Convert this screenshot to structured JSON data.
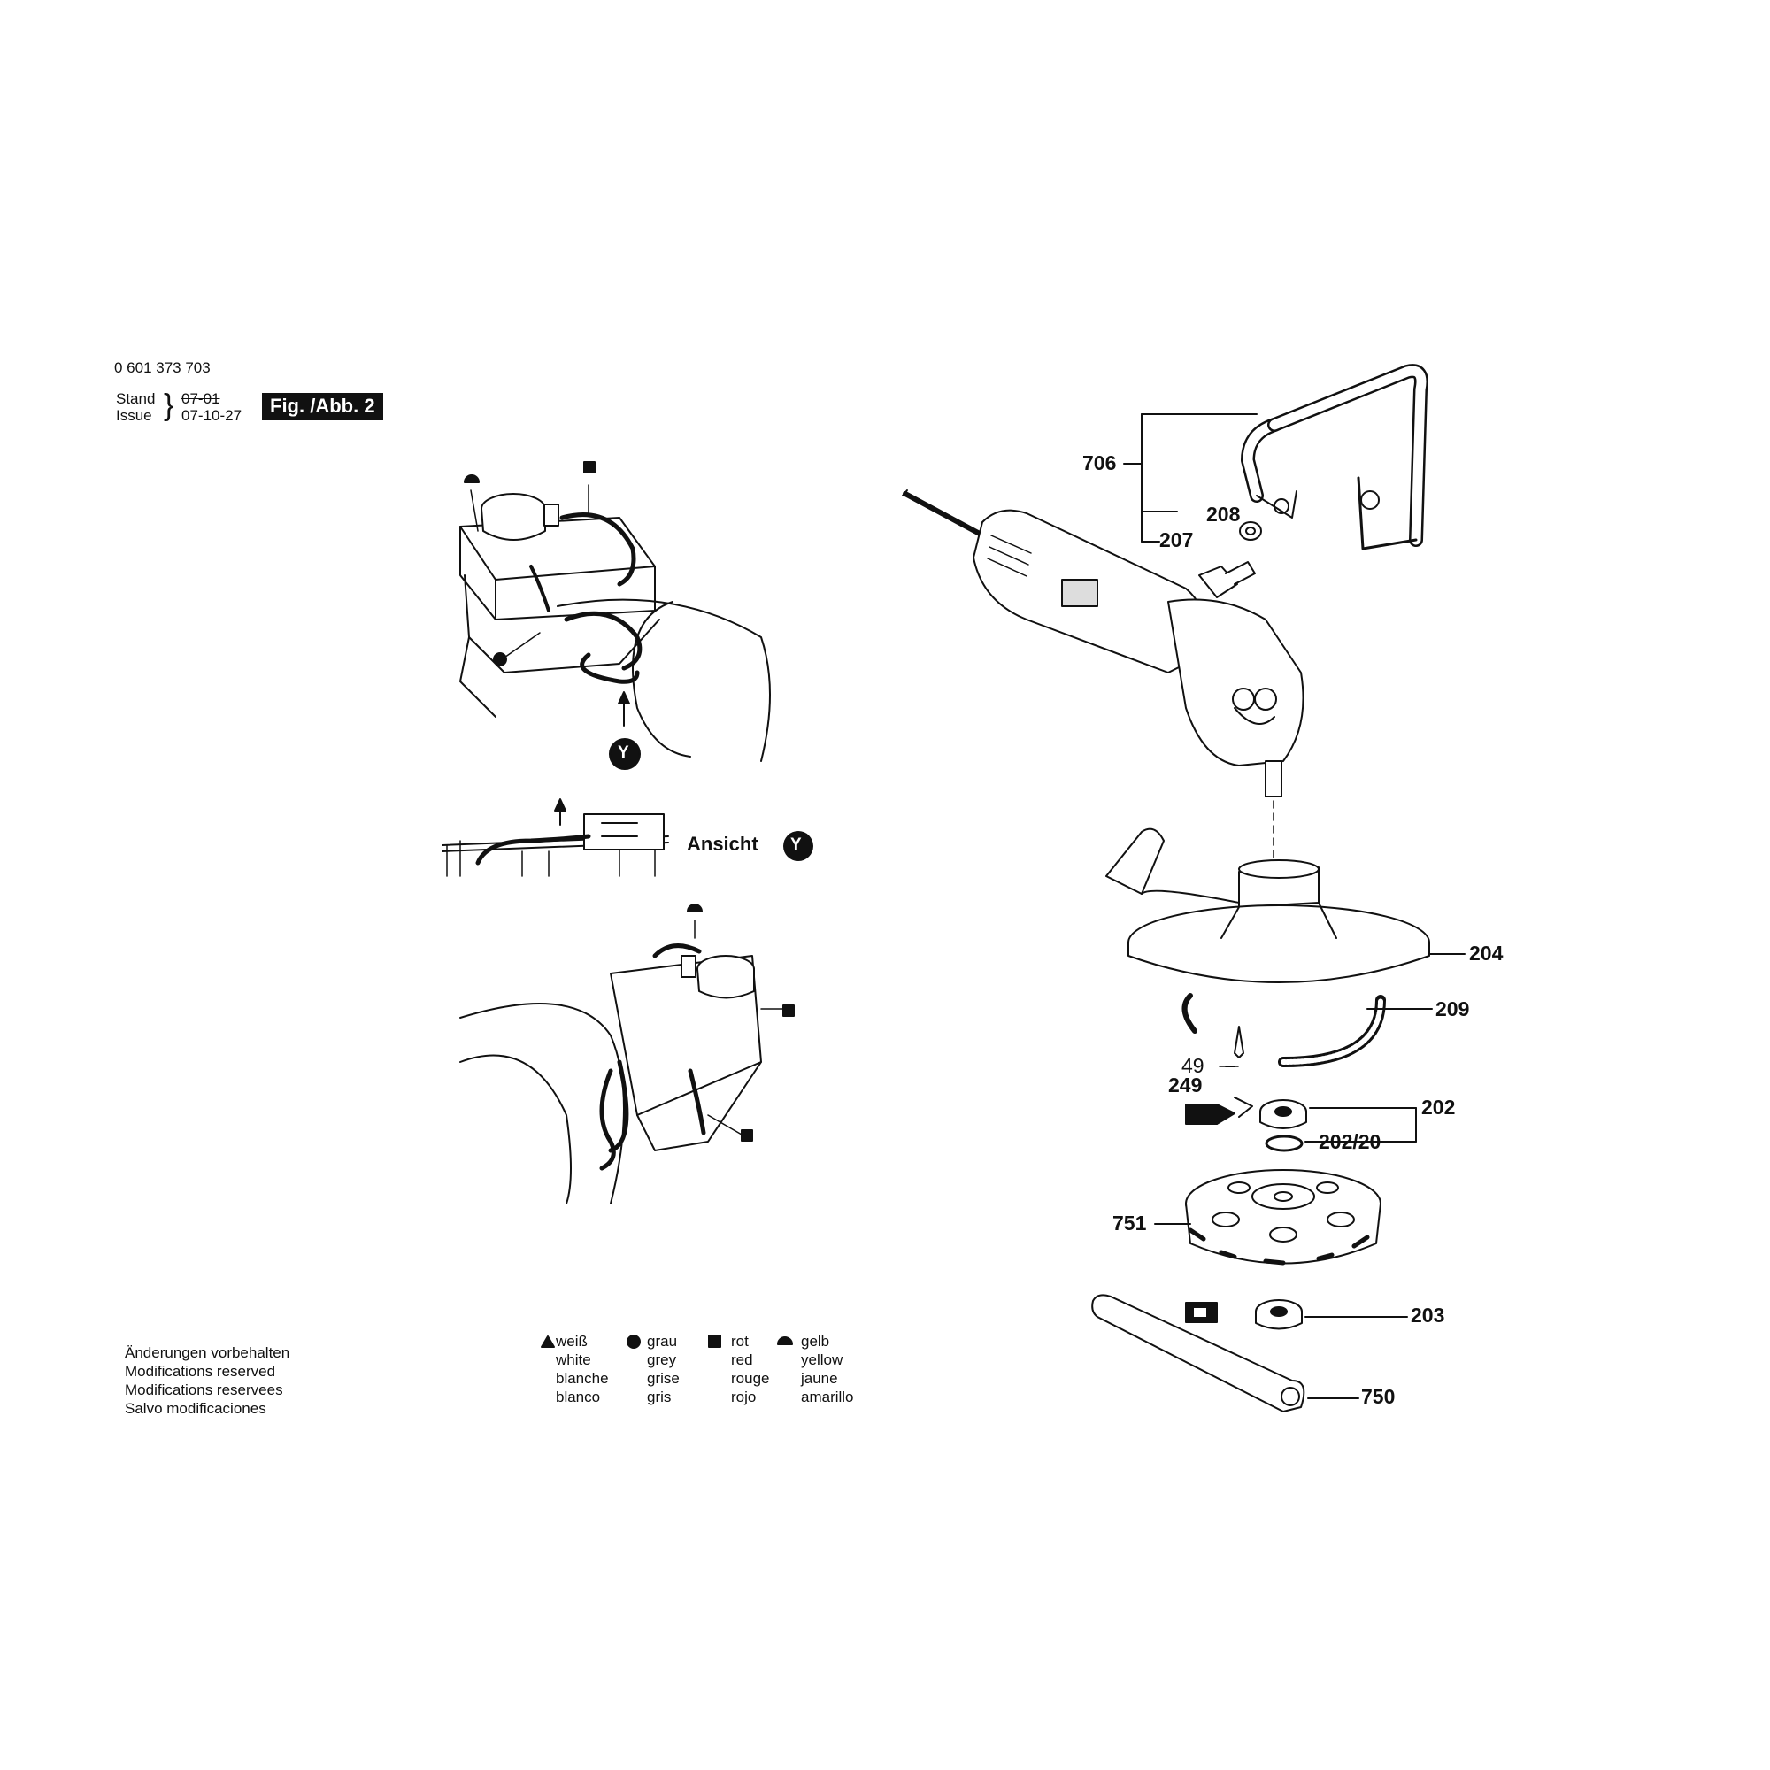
{
  "header": {
    "drawing_number": "0 601 373 703",
    "stand_label": "Stand",
    "issue_label": "Issue",
    "stand_date": "07-01",
    "issue_date": "07-10-27",
    "figure_label": "Fig. /Abb. 2"
  },
  "view": {
    "ansicht_label": "Ansicht",
    "marker": "Y"
  },
  "parts": {
    "p706": "706",
    "p208": "208",
    "p207": "207",
    "p204": "204",
    "p209": "209",
    "p49": "49",
    "p249": "249",
    "p202": "202",
    "p202_20": "202/20",
    "p751": "751",
    "p203": "203",
    "p750": "750"
  },
  "notice": {
    "line1": "Änderungen vorbehalten",
    "line2": "Modifications reserved",
    "line3": "Modifications reservees",
    "line4": "Salvo modificaciones"
  },
  "legend": {
    "white": {
      "symbol": "triangle",
      "de": "weiß",
      "en": "white",
      "fr": "blanche",
      "es": "blanco"
    },
    "grey": {
      "symbol": "circle",
      "de": "grau",
      "en": "grey",
      "fr": "grise",
      "es": "gris"
    },
    "red": {
      "symbol": "square",
      "de": "rot",
      "en": "red",
      "fr": "rouge",
      "es": "rojo"
    },
    "yellow": {
      "symbol": "half-circle",
      "de": "gelb",
      "en": "yellow",
      "fr": "jaune",
      "es": "amarillo"
    }
  }
}
